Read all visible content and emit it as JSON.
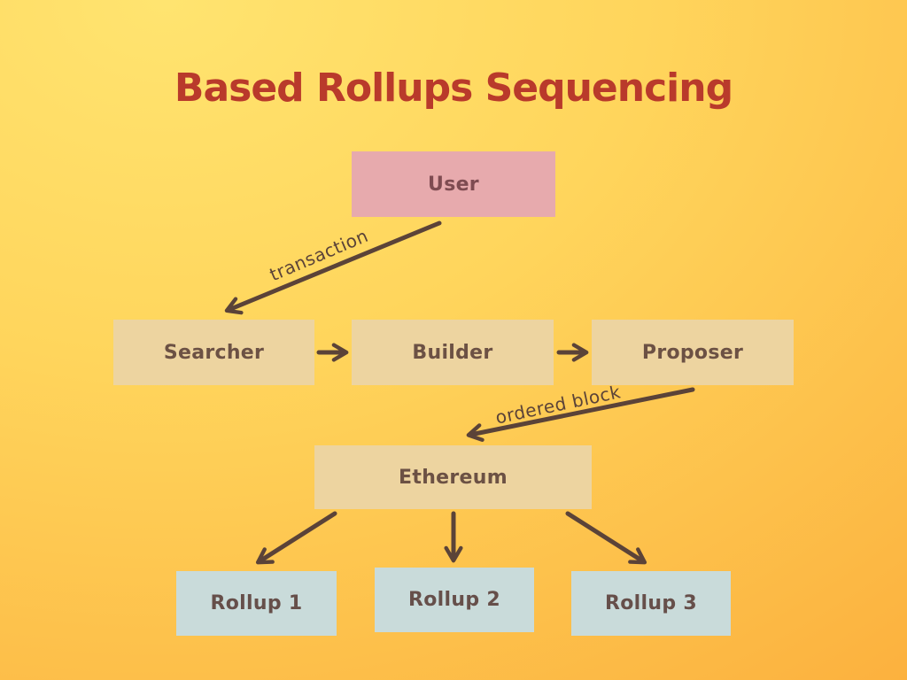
{
  "title": "Based Rollups Sequencing",
  "nodes": {
    "user": "User",
    "searcher": "Searcher",
    "builder": "Builder",
    "proposer": "Proposer",
    "ethereum": "Ethereum",
    "rollup1": "Rollup 1",
    "rollup2": "Rollup 2",
    "rollup3": "Rollup 3"
  },
  "edge_labels": {
    "transaction": "transaction",
    "ordered_block": "ordered block"
  },
  "colors": {
    "background_start": "#FFE470",
    "background_mid": "#FFD55C",
    "background_end": "#FBAC3A",
    "title": "#B93A2B",
    "node_tan": "#EDD4A0",
    "node_tan_text": "#6C5144",
    "node_pink": "#E7AAAD",
    "node_pink_text": "#7E4B51",
    "node_blue": "#C9DBDA",
    "node_blue_text": "#664F4A",
    "arrow": "#5B4338"
  }
}
